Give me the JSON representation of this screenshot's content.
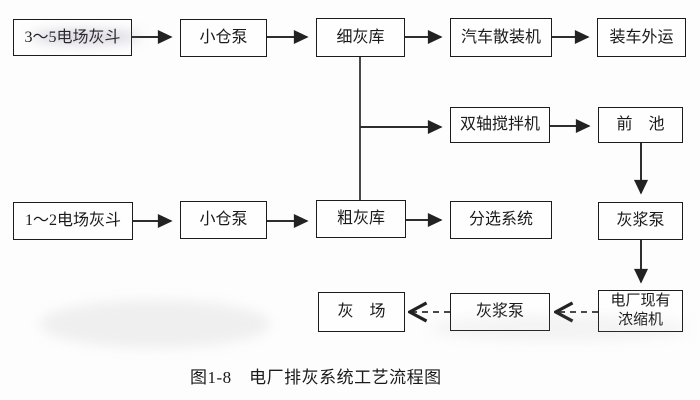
{
  "figure_caption": "图1-8　电厂排灰系统工艺流程图",
  "nodes": {
    "hopper_3_5": {
      "label": "3～5电场灰斗"
    },
    "small_bin_pump_top": {
      "label": "小仓泵"
    },
    "fine_ash_silo": {
      "label": "细灰库"
    },
    "truck_bulk_loader": {
      "label": "汽车散装机"
    },
    "load_and_ship_out": {
      "label": "装车外运"
    },
    "twin_shaft_mixer": {
      "label": "双轴搅拌机"
    },
    "forebay": {
      "label": "前　池"
    },
    "hopper_1_2": {
      "label": "1～2电场灰斗"
    },
    "small_bin_pump_bottom": {
      "label": "小仓泵"
    },
    "coarse_ash_silo": {
      "label": "粗灰库"
    },
    "sorting_system": {
      "label": "分选系统"
    },
    "ash_slurry_pump_right": {
      "label": "灰浆泵"
    },
    "ash_yard": {
      "label": "灰　场"
    },
    "ash_slurry_pump_bottom": {
      "label": "灰浆泵"
    },
    "existing_thickener": {
      "line1": "电厂现有",
      "line2": "浓缩机"
    }
  },
  "colors": {
    "line": "#2e2e2e",
    "box_border": "#1c1c1c",
    "text": "#1a1a1a",
    "background": "#fdfdfd"
  }
}
